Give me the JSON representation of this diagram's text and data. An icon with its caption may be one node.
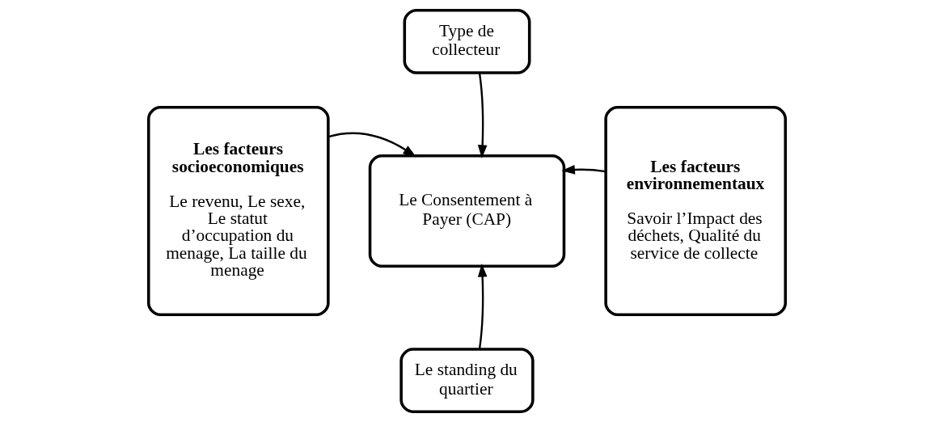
{
  "diagram": {
    "nodes": [
      {
        "text": [
          "Type de collecteur"
        ]
      },
      {
        "text": [
          "Les facteurs socioeconomiques",
          "Le revenu, Le sexe, Le statut d’occupation du menage, La taille du menage"
        ]
      },
      {
        "text": [
          "Le Consentement à Payer (CAP)"
        ]
      },
      {
        "text": [
          "Les facteurs environnementaux",
          "Savoir l’Impact des déchets, Qualité du service de collecte"
        ]
      },
      {
        "text": [
          "Le standing du quartier"
        ]
      }
    ],
    "edges": [
      {
        "from": 0,
        "to": 2,
        "arrow": "to"
      },
      {
        "from": 1,
        "to": 2,
        "arrow": "to"
      },
      {
        "from": 3,
        "to": 2,
        "arrow": "to"
      },
      {
        "from": 4,
        "to": 2,
        "arrow": "to"
      }
    ]
  }
}
